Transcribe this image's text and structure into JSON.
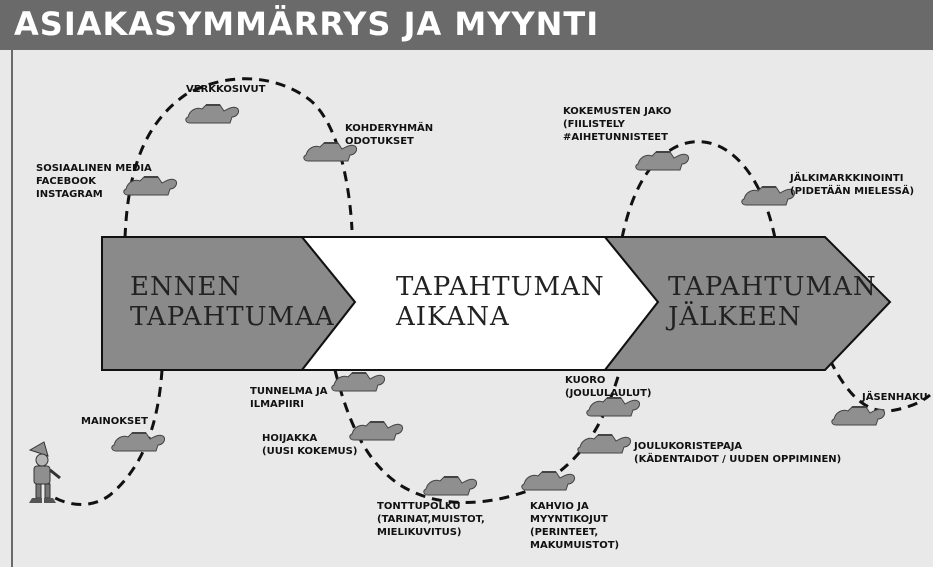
{
  "header": {
    "title": "ASIAKASYMMÄRRYS JA MYYNTI"
  },
  "phases": {
    "before": "ENNEN\nTAPAHTUMAA",
    "during": "TAPAHTUMAN\nAIKANA",
    "after": "TAPAHTUMAN\nJÄLKEEN"
  },
  "labels": {
    "social_media": "SOSIAALINEN MEDIA\nFACEBOOK\nINSTAGRAM",
    "websites": "VERKKOSIVUT",
    "target_group": "KOHDERYHMÄN\nODOTUKSET",
    "experience_sharing": "KOKEMUSTEN JAKO\n(FIILISTELY\n#AIHETUNNISTEET",
    "aftermarketing": "JÄLKIMARKKINOINTI\n(PIDETÄÄN MIELESSÄ)",
    "ads": "MAINOKSET",
    "atmosphere": "TUNNELMA JA\nILMAPIIRI",
    "hoijakka": "HOIJAKKA\n(UUSI KOKEMUS)",
    "elf_path": "TONTTUPOLKU\n(TARINAT,MUISTOT,\nMIELIKUVITUS)",
    "cafe": "KAHVIO JA\nMYYNTIKOJUT\n(PERINTEET,\nMAKUMUISTOT)",
    "choir": "KUORO\n(JOULULAULUT)",
    "decoration_workshop": "JOULUKORISTEPAJA\n(KÄDENTAIDOT / UUDEN OPPIMINEN)",
    "member_recruitment": "JÄSENHAKU"
  },
  "colors": {
    "banner": "#6a6a6a",
    "arrow_fill": "#8a8a8a",
    "arrow_middle": "#ffffff",
    "path": "#111111",
    "shoe": "#8f8f8f",
    "background": "#e9e9e9"
  },
  "icons": {
    "shoe": "elf-shoe-icon",
    "elf": "elf-figure-icon"
  }
}
